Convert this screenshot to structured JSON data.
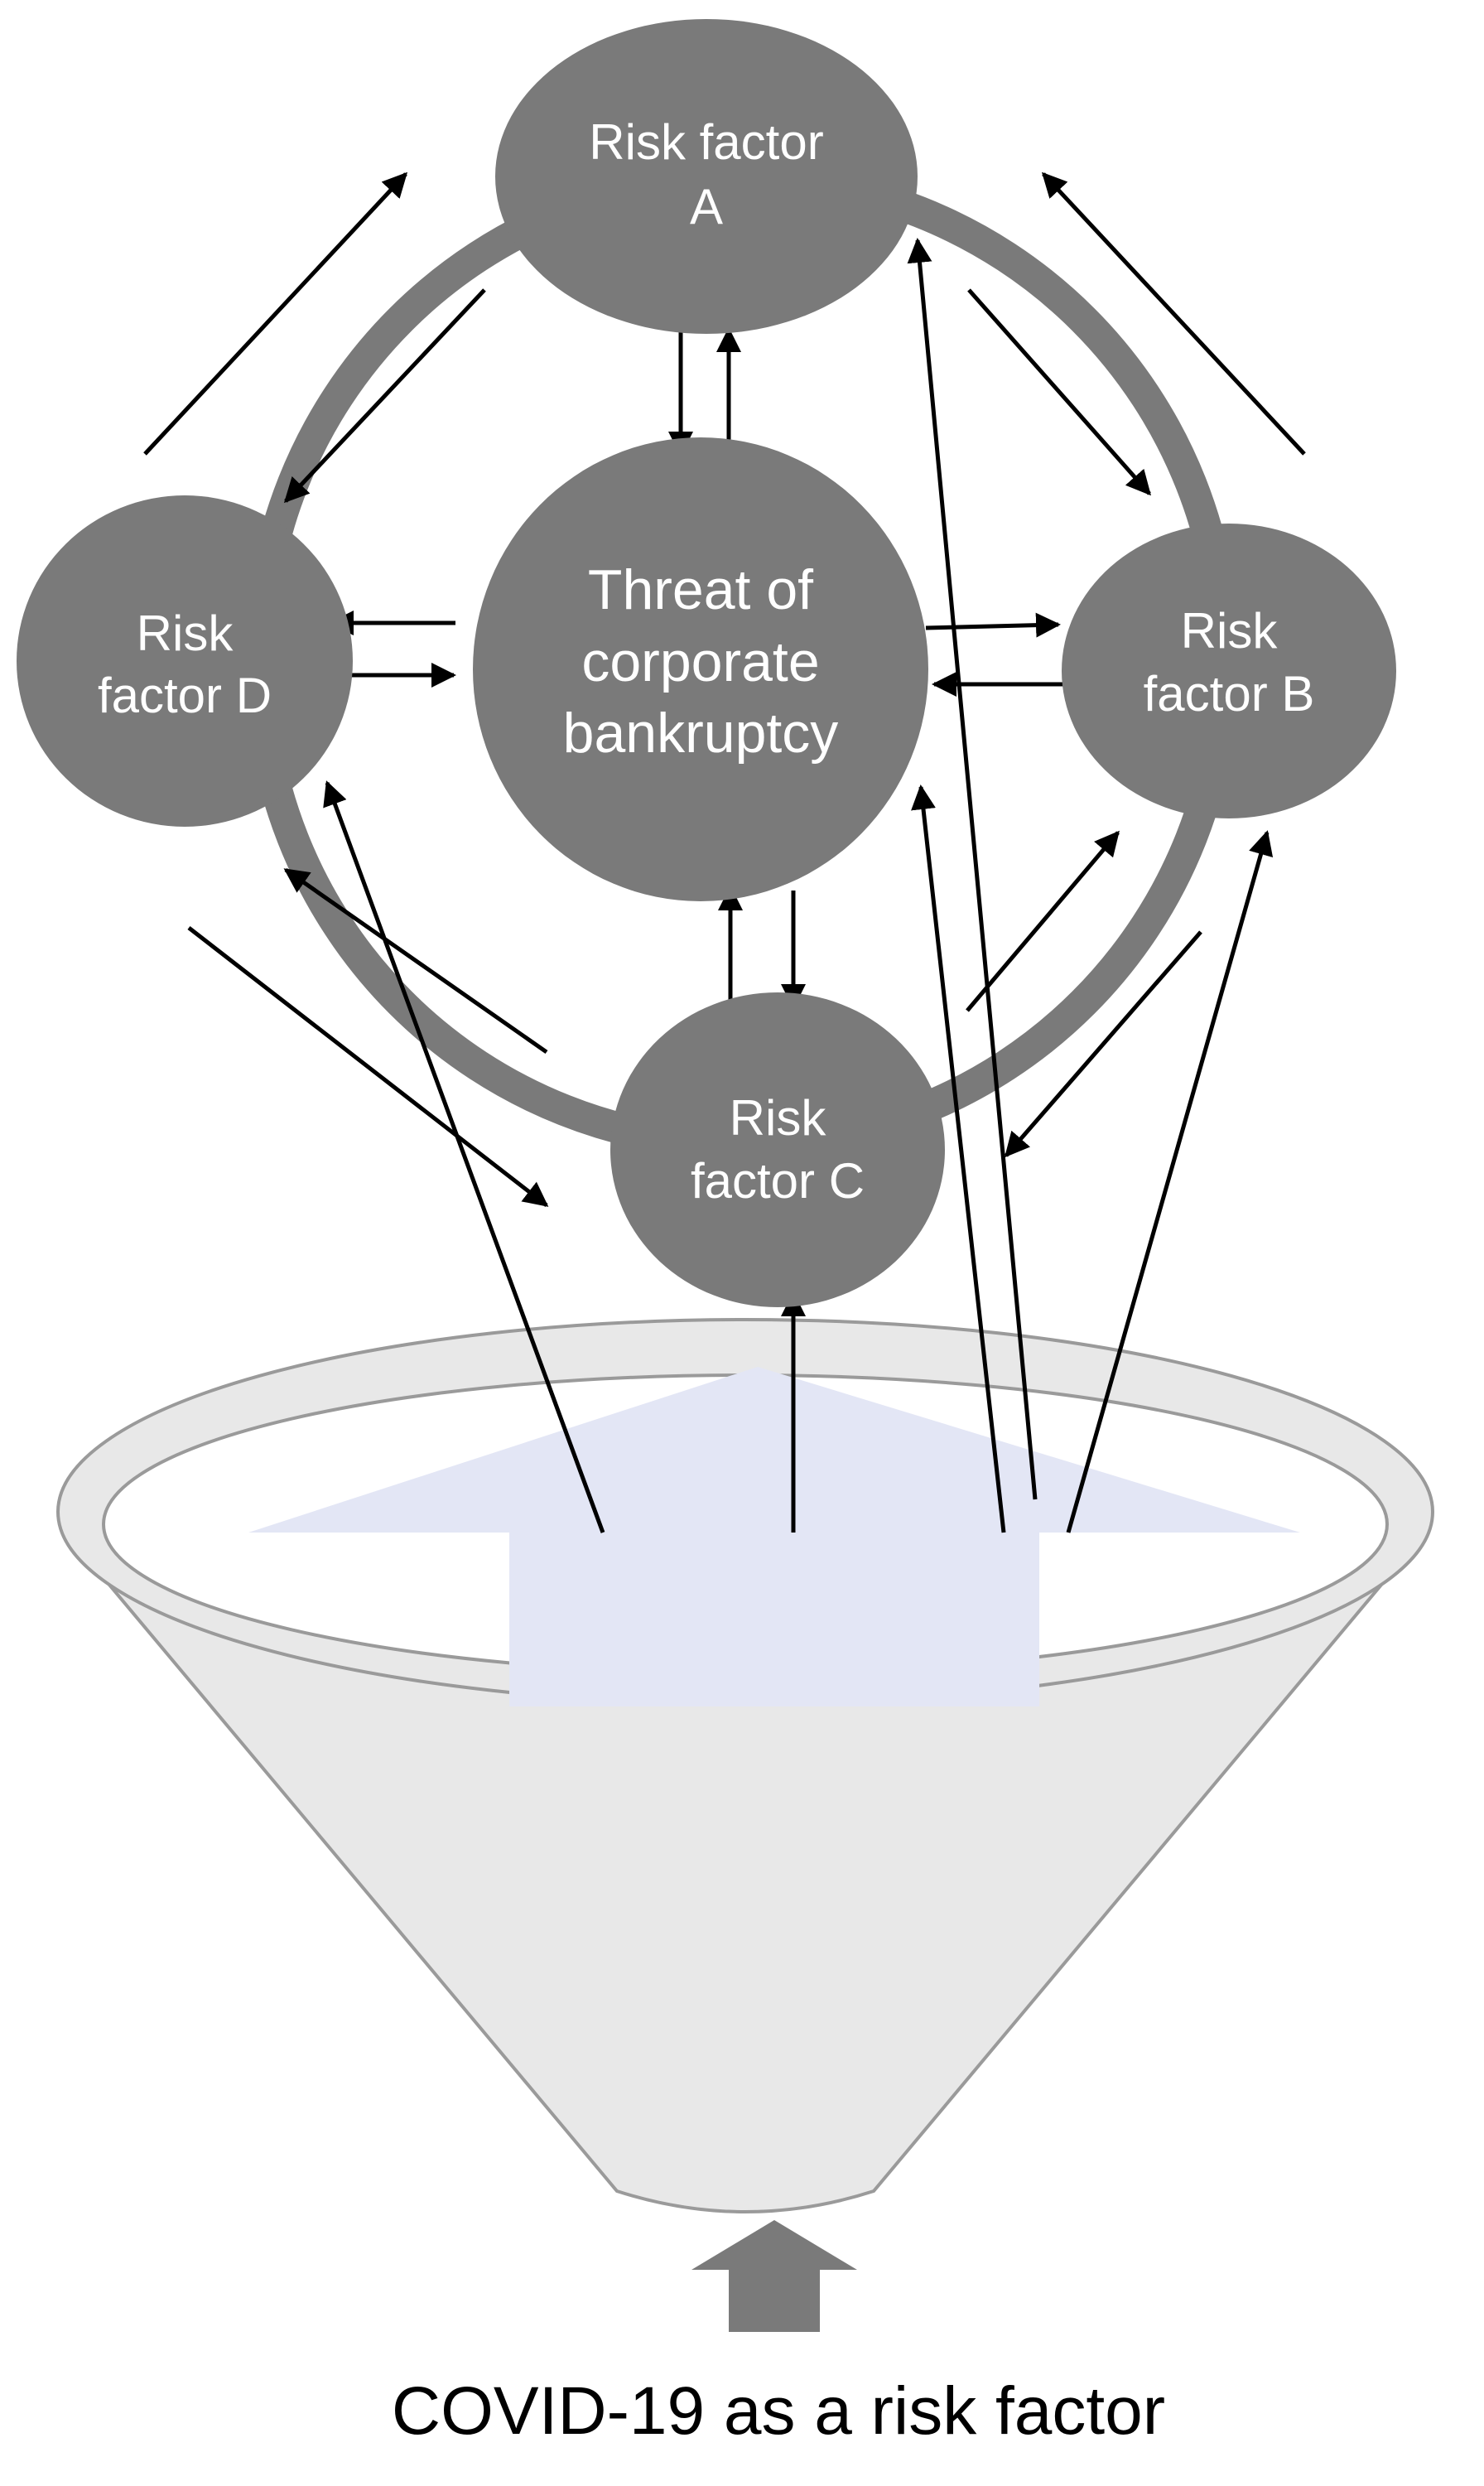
{
  "nodes": {
    "risk_factor_a": {
      "line1": "Risk factor",
      "line2": "A"
    },
    "risk_factor_b": {
      "line1": "Risk",
      "line2": "factor B"
    },
    "risk_factor_c": {
      "line1": "Risk",
      "line2": "factor C"
    },
    "risk_factor_d": {
      "line1": "Risk",
      "line2": "factor D"
    },
    "threat": {
      "line1": "Threat of",
      "line2": "corporate",
      "line3": "bankruptcy"
    }
  },
  "caption": "COVID-19 as a risk factor",
  "colors": {
    "node_fill": "#7a7a7a",
    "ring": "#7a7a7a",
    "funnel_fill": "#e8e8e8",
    "funnel_stroke": "#9a9a9a",
    "big_arrow": "#e3e6f5",
    "small_arrow": "#7a7a7a",
    "arrow_line": "#000000"
  }
}
